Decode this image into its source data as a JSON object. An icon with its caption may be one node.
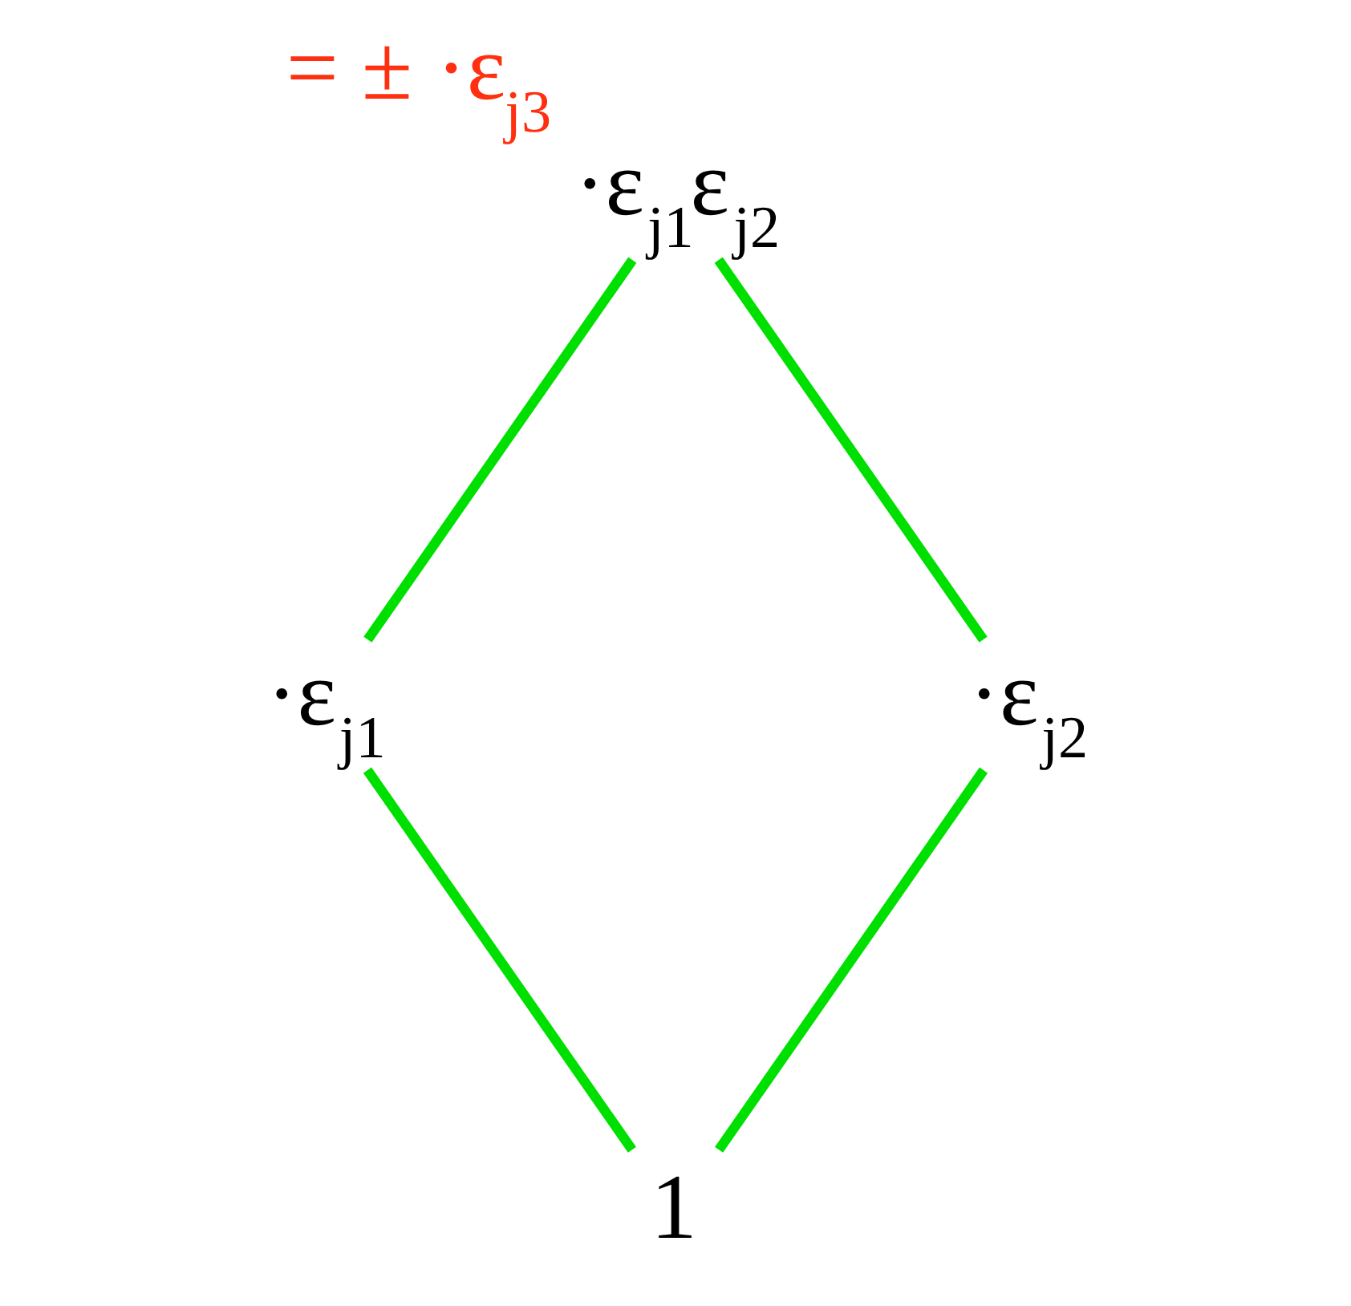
{
  "diagram": {
    "nodes": [
      {
        "text": [
          "·ε$_{j1}$ε$_{j2}$"
        ],
        "beside": [
          "= ± ·ε$_{j3}$"
        ]
      },
      {
        "text": [
          "·ε$_{j1}$"
        ]
      },
      {
        "text": [
          "·ε$_{j2}$"
        ]
      },
      {
        "text": [
          "1"
        ]
      }
    ],
    "edges": [
      {
        "from": 0,
        "to": 1,
        "arrow": "none"
      },
      {
        "from": 0,
        "to": 2,
        "arrow": "none"
      },
      {
        "from": 1,
        "to": 3,
        "arrow": "none"
      },
      {
        "from": 2,
        "to": 3,
        "arrow": "none"
      }
    ]
  }
}
